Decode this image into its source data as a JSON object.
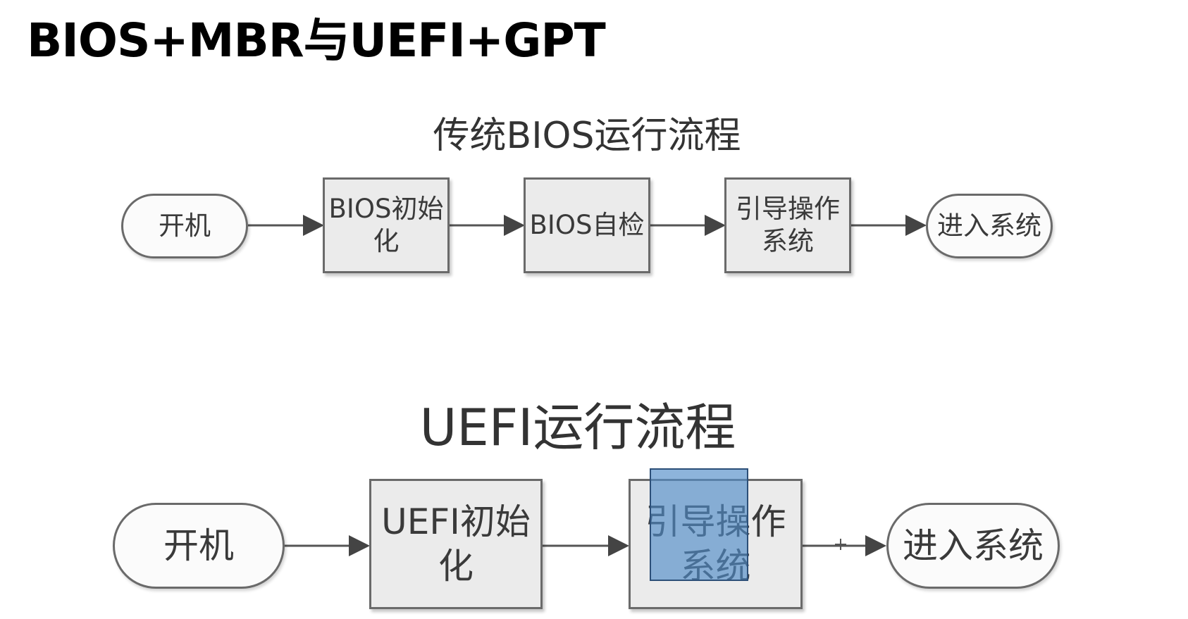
{
  "page": {
    "title": "BIOS+MBR与UEFI+GPT"
  },
  "bios_flow": {
    "title": "传统BIOS运行流程",
    "steps": [
      {
        "label": "开机",
        "shape": "pill"
      },
      {
        "label": "BIOS初始化",
        "line1": "BIOS初始",
        "line2": "化",
        "shape": "rect"
      },
      {
        "label": "BIOS自检",
        "shape": "rect"
      },
      {
        "label": "引导操作系统",
        "line1": "引导操作",
        "line2": "系统",
        "shape": "rect"
      },
      {
        "label": "进入系统",
        "shape": "pill"
      }
    ]
  },
  "uefi_flow": {
    "title": "UEFI运行流程",
    "steps": [
      {
        "label": "开机",
        "shape": "pill"
      },
      {
        "label": "UEFI初始化",
        "line1": "UEFI初始",
        "line2": "化",
        "shape": "rect"
      },
      {
        "label": "引导操作系统",
        "line1": "引导操作",
        "line2": "系统",
        "shape": "rect"
      },
      {
        "label": "进入系统",
        "shape": "pill"
      }
    ]
  },
  "colors": {
    "selection_fill": "#508cc8",
    "box_fill": "#ebebeb",
    "border": "#6a6a6a"
  }
}
